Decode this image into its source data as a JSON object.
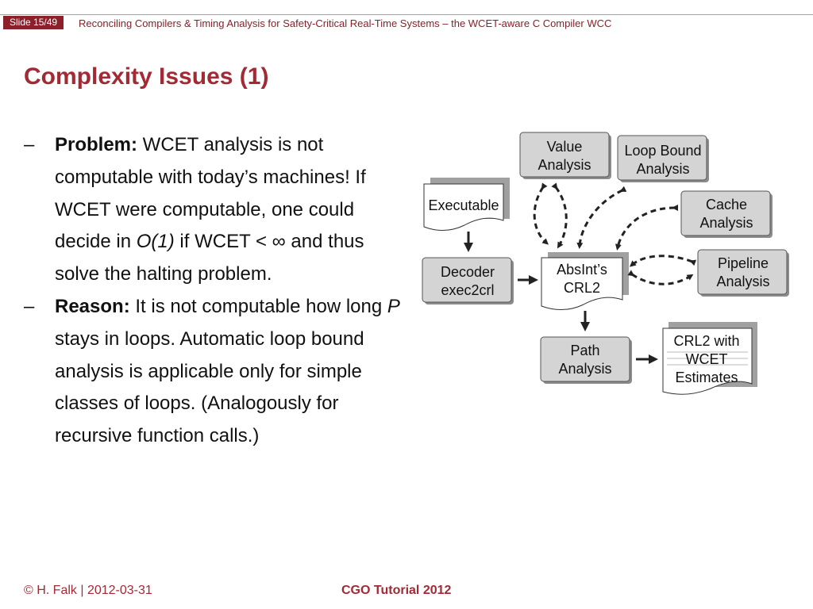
{
  "header": {
    "slide_label": "Slide 15/49",
    "title": "Reconciling Compilers & Timing Analysis for Safety-Critical Real-Time Systems – the WCET-aware C Compiler WCC"
  },
  "slide": {
    "title": "Complexity Issues (1)"
  },
  "bullets": [
    {
      "dash": "–",
      "label": "Problem:",
      "text1": " WCET analysis is not computable with today’s machines! If WCET were computable, one could decide in ",
      "italic": "O(1)",
      "text2": " if WCET < ∞ and thus solve the halting problem."
    },
    {
      "dash": "–",
      "label": "Reason:",
      "text1": " It is not computable how long ",
      "italic": "P",
      "text2": " stays in loops. Automatic loop bound analysis is applicable only for simple classes of loops. (Analogously for recursive function calls.)"
    }
  ],
  "diagram": {
    "value_analysis": [
      "Value",
      "Analysis"
    ],
    "loop_bound_analysis": [
      "Loop Bound",
      "Analysis"
    ],
    "cache_analysis": [
      "Cache",
      "Analysis"
    ],
    "pipeline_analysis": [
      "Pipeline",
      "Analysis"
    ],
    "executable": "Executable",
    "decoder": [
      "Decoder",
      "exec2crl"
    ],
    "crl2": [
      "AbsInt’s",
      "CRL2"
    ],
    "path_analysis": [
      "Path",
      "Analysis"
    ],
    "crl2_wcet": [
      "CRL2 with",
      "WCET",
      "Estimates"
    ]
  },
  "footer": {
    "left": "© H. Falk | 2012-03-31",
    "center": "CGO Tutorial 2012"
  },
  "colors": {
    "accent": "#a22a35",
    "badge": "#8b1f2a",
    "box_fill": "#d4d4d4"
  }
}
